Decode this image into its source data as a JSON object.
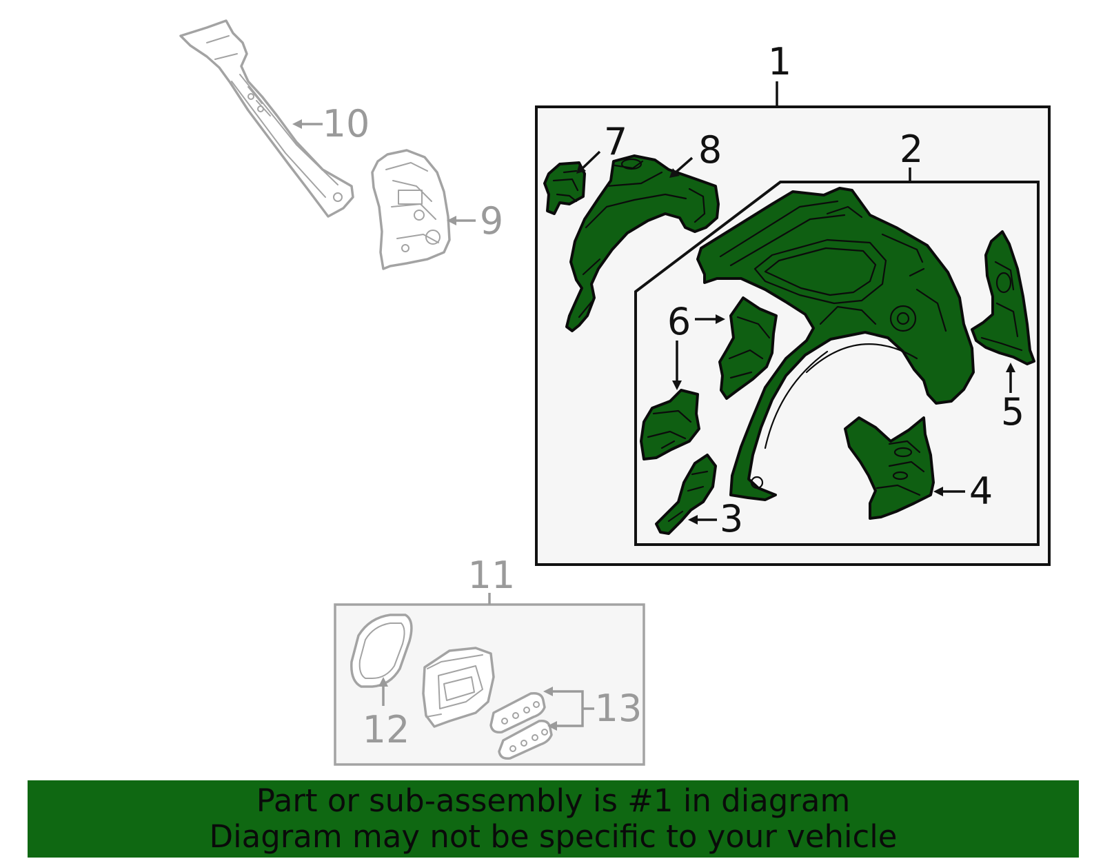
{
  "callouts": {
    "c1": "1",
    "c2": "2",
    "c3": "3",
    "c4": "4",
    "c5": "5",
    "c6": "6",
    "c7": "7",
    "c8": "8",
    "c9": "9",
    "c10": "10",
    "c11": "11",
    "c12": "12",
    "c13": "13"
  },
  "banner": {
    "line1": "Part or sub-assembly is #1 in diagram",
    "line2": "Diagram may not be specific to your vehicle"
  },
  "colors": {
    "highlight_part": "#0f5f12",
    "banner_background": "#0f6812",
    "inactive_part_outline": "#a3a3a3"
  }
}
